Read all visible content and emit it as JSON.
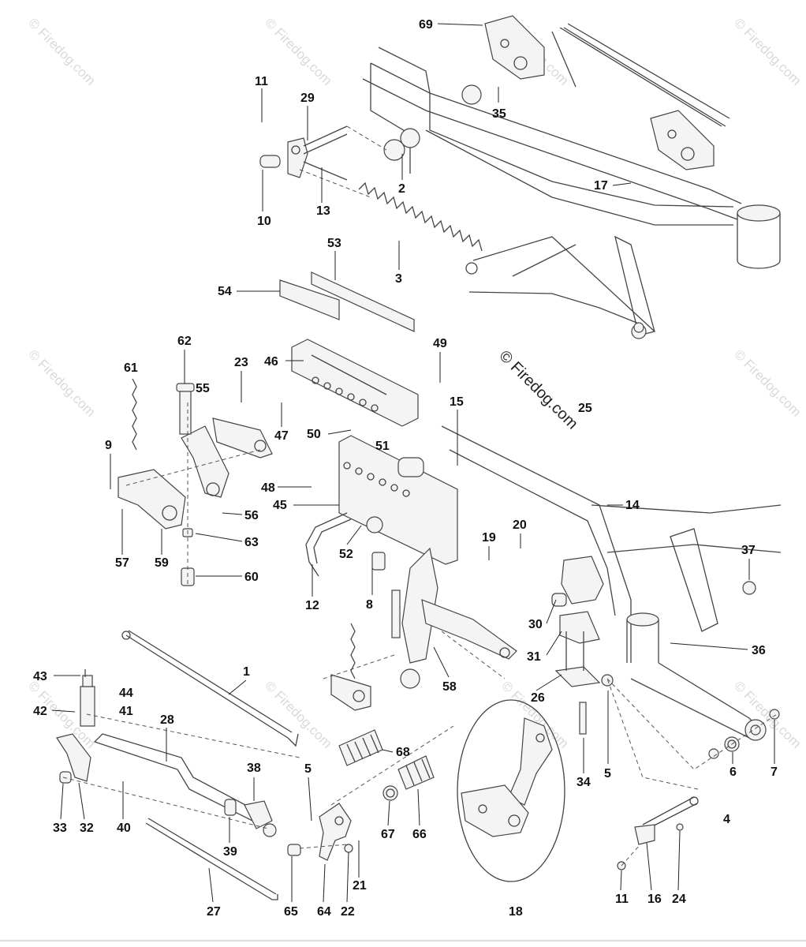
{
  "watermark_text": "© Firedog.com",
  "copyright_text": "© Firedog.com",
  "callouts": [
    {
      "label": "69"
    },
    {
      "label": "11"
    },
    {
      "label": "29"
    },
    {
      "label": "35"
    },
    {
      "label": "2"
    },
    {
      "label": "17"
    },
    {
      "label": "10"
    },
    {
      "label": "13"
    },
    {
      "label": "3"
    },
    {
      "label": "53"
    },
    {
      "label": "54"
    },
    {
      "label": "62"
    },
    {
      "label": "61"
    },
    {
      "label": "55"
    },
    {
      "label": "23"
    },
    {
      "label": "46"
    },
    {
      "label": "49"
    },
    {
      "label": "15"
    },
    {
      "label": "25"
    },
    {
      "label": "9"
    },
    {
      "label": "47"
    },
    {
      "label": "50"
    },
    {
      "label": "51"
    },
    {
      "label": "48"
    },
    {
      "label": "45"
    },
    {
      "label": "56"
    },
    {
      "label": "14"
    },
    {
      "label": "57"
    },
    {
      "label": "59"
    },
    {
      "label": "63"
    },
    {
      "label": "60"
    },
    {
      "label": "52"
    },
    {
      "label": "12"
    },
    {
      "label": "8"
    },
    {
      "label": "19"
    },
    {
      "label": "20"
    },
    {
      "label": "37"
    },
    {
      "label": "30"
    },
    {
      "label": "31"
    },
    {
      "label": "36"
    },
    {
      "label": "1"
    },
    {
      "label": "43"
    },
    {
      "label": "44"
    },
    {
      "label": "42"
    },
    {
      "label": "41"
    },
    {
      "label": "28"
    },
    {
      "label": "58"
    },
    {
      "label": "26"
    },
    {
      "label": "68"
    },
    {
      "label": "38"
    },
    {
      "label": "5"
    },
    {
      "label": "5"
    },
    {
      "label": "6"
    },
    {
      "label": "7"
    },
    {
      "label": "34"
    },
    {
      "label": "4"
    },
    {
      "label": "33"
    },
    {
      "label": "32"
    },
    {
      "label": "40"
    },
    {
      "label": "39"
    },
    {
      "label": "67"
    },
    {
      "label": "66"
    },
    {
      "label": "21"
    },
    {
      "label": "18"
    },
    {
      "label": "11"
    },
    {
      "label": "16"
    },
    {
      "label": "24"
    },
    {
      "label": "27"
    },
    {
      "label": "65"
    },
    {
      "label": "64"
    },
    {
      "label": "22"
    }
  ]
}
